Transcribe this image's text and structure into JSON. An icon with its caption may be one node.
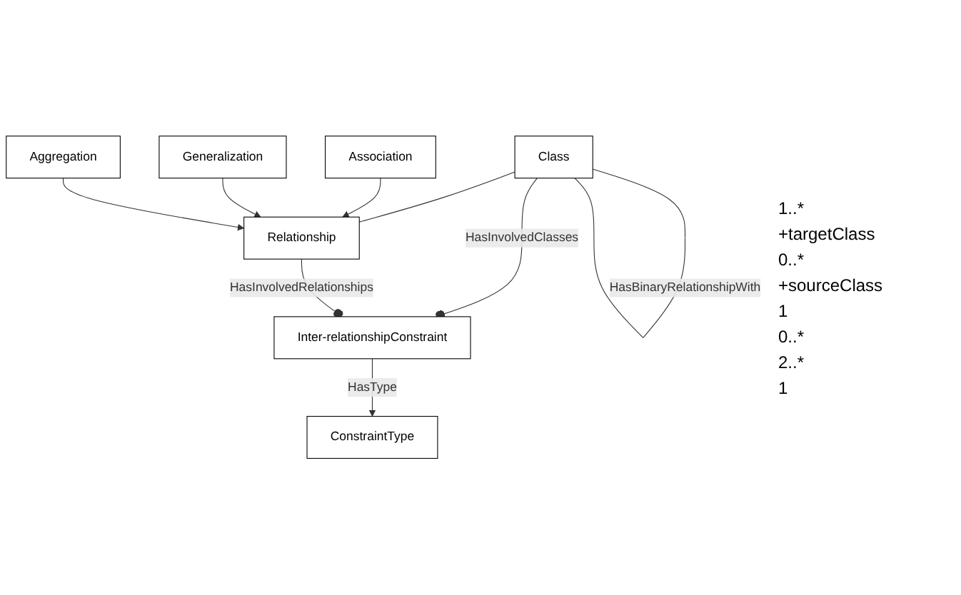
{
  "diagram": {
    "nodes": [
      {
        "text": [
          "Class"
        ]
      },
      {
        "text": [
          "Inter-relationshipConstraint"
        ]
      },
      {
        "text": [
          "Relationship"
        ]
      },
      {
        "text": [
          "ConstraintType"
        ]
      },
      {
        "text": [
          "Association"
        ]
      },
      {
        "text": [
          "Generalization"
        ]
      },
      {
        "text": [
          "Aggregation"
        ]
      }
    ],
    "edges": [
      {
        "from": 1,
        "to": 0,
        "arrow": "other",
        "label": "HasInvolvedClasses"
      },
      {
        "from": 0,
        "to": 0,
        "arrow": "none",
        "label": "HasBinaryRelationshipWith"
      },
      {
        "from": 0,
        "to": 2,
        "arrow": "none"
      },
      {
        "from": 1,
        "to": 2,
        "arrow": "other",
        "label": "HasInvolvedRelationships"
      },
      {
        "from": 1,
        "to": 3,
        "arrow": "to",
        "label": "HasType"
      },
      {
        "from": 4,
        "to": 2,
        "arrow": "to"
      },
      {
        "from": 5,
        "to": 2,
        "arrow": "to"
      },
      {
        "from": 6,
        "to": 2,
        "arrow": "to"
      }
    ],
    "labels": [
      "1..*",
      "+targetClass",
      "0..*",
      "+sourceClass",
      "1",
      "0..*",
      "2..*",
      "1"
    ]
  }
}
